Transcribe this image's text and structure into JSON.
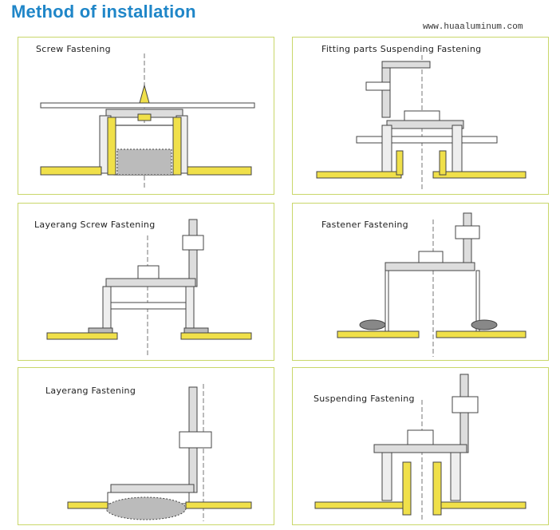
{
  "header": {
    "title": "Method of installation",
    "website": "www.huaaluminum.com"
  },
  "colors": {
    "title_blue": "#1f86c8",
    "panel_border": "#c9d76a",
    "panel_yellow": "#f0e04a"
  },
  "panels": [
    {
      "label": "Screw Fastening"
    },
    {
      "label": "Fitting parts Suspending Fastening"
    },
    {
      "label": "Layerang Screw Fastening"
    },
    {
      "label": "Fastener Fastening"
    },
    {
      "label": "Layerang Fastening"
    },
    {
      "label": "Suspending Fastening"
    }
  ]
}
